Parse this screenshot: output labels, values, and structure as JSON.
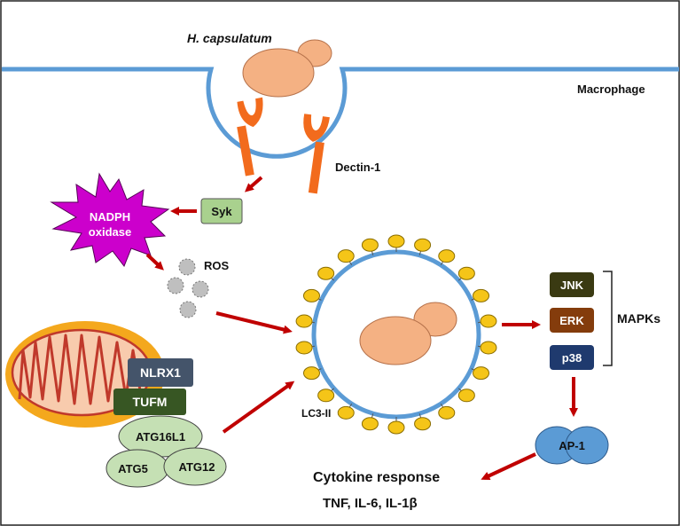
{
  "labels": {
    "pathogen": "H. capsulatum",
    "cell": "Macrophage",
    "receptor": "Dectin-1",
    "syk": "Syk",
    "nadph_line1": "NADPH",
    "nadph_line2": "oxidase",
    "ros": "ROS",
    "lc3": "LC3-II",
    "nlrx1": "NLRX1",
    "tufm": "TUFM",
    "atg16l1": "ATG16L1",
    "atg5": "ATG5",
    "atg12": "ATG12",
    "jnk": "JNK",
    "erk": "ERK",
    "p38": "p38",
    "mapks": "MAPKs",
    "ap1": "AP-1",
    "cytokine_title": "Cytokine response",
    "cytokine_list": "TNF, IL-6, IL-1β"
  },
  "colors": {
    "membrane": "#5b9bd5",
    "yeast": "#f4b183",
    "yeast_stroke": "#b5714a",
    "dectin": "#f26b1d",
    "arrow": "#c00000",
    "syk_fill": "#a9d18e",
    "nadph_fill": "#cc00cc",
    "ros_fill": "#bfbfbf",
    "lc3_dot": "#f5c518",
    "mito_outer": "#f4a81d",
    "mito_inner": "#f8cbad",
    "mito_cristae": "#c0392b",
    "nlrx1_fill": "#44546a",
    "tufm_fill": "#375623",
    "atg_fill": "#c5e0b4",
    "jnk_fill": "#3a3a12",
    "erk_fill": "#843c0c",
    "p38_fill": "#1f3a6e",
    "ap1_fill": "#5b9bd5"
  }
}
